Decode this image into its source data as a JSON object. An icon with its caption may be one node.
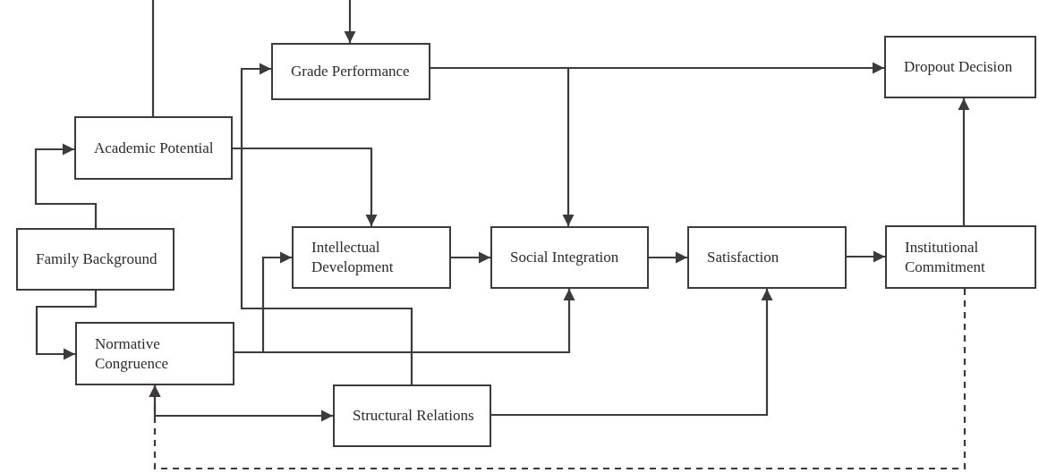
{
  "diagram": {
    "nodes": [
      {
        "text": [
          "Grade Performance"
        ]
      },
      {
        "text": [
          "Dropout Decision"
        ]
      },
      {
        "text": [
          "Academic Potential"
        ]
      },
      {
        "text": [
          "Family Background"
        ]
      },
      {
        "text": [
          "Intellectual Development"
        ]
      },
      {
        "text": [
          "Social Integration"
        ]
      },
      {
        "text": [
          "Satisfaction"
        ]
      },
      {
        "text": [
          "Institutional Commitment"
        ]
      },
      {
        "text": [
          "Normative Congruence"
        ]
      },
      {
        "text": [
          "Structural Relations"
        ]
      }
    ],
    "edges": [
      {
        "from": null,
        "to": 0,
        "arrow": "to"
      },
      {
        "from": 2,
        "to": null,
        "arrow": "none"
      },
      {
        "from": 3,
        "to": 2,
        "arrow": "to"
      },
      {
        "from": 3,
        "to": 8,
        "arrow": "to"
      },
      {
        "from": 2,
        "to": 4,
        "arrow": "to"
      },
      {
        "from": 0,
        "to": 1,
        "arrow": "to"
      },
      {
        "from": 0,
        "to": 5,
        "arrow": "to"
      },
      {
        "from": 4,
        "to": 5,
        "arrow": "to"
      },
      {
        "from": 5,
        "to": 6,
        "arrow": "to"
      },
      {
        "from": 6,
        "to": 7,
        "arrow": "to"
      },
      {
        "from": 7,
        "to": 1,
        "arrow": "to"
      },
      {
        "from": 8,
        "to": 4,
        "arrow": "to"
      },
      {
        "from": 8,
        "to": 5,
        "arrow": "to"
      },
      {
        "from": 9,
        "to": 0,
        "arrow": "to"
      },
      {
        "from": 8,
        "to": 9,
        "arrow": "both"
      },
      {
        "from": 9,
        "to": 6,
        "arrow": "to"
      },
      {
        "from": 7,
        "to": 8,
        "arrow": "to",
        "style": "dashed"
      }
    ]
  }
}
